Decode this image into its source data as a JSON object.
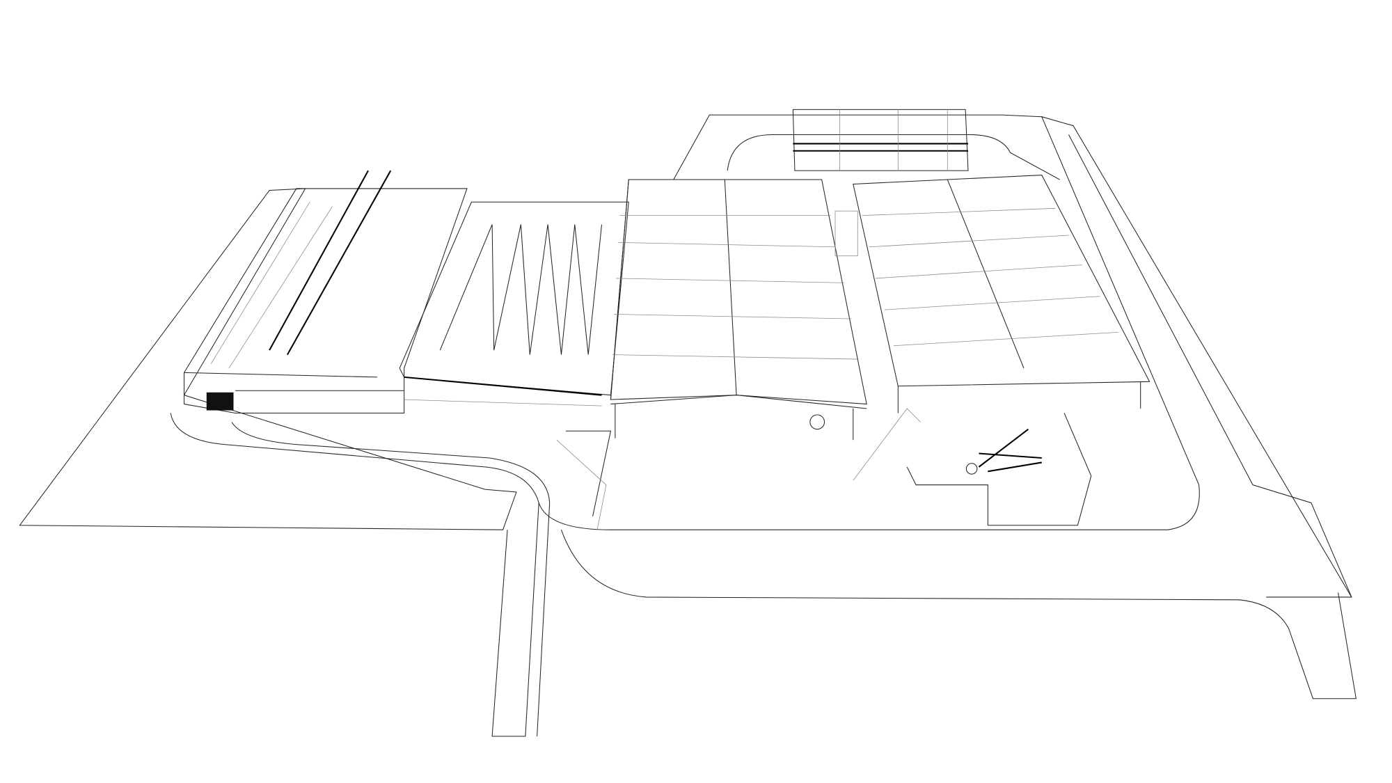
{
  "drawing": {
    "style": "wireframe-isometric-site-plan",
    "stroke_color": "#222222",
    "background_color": "#ffffff",
    "elements": [
      "left-warehouse",
      "open-shed",
      "central-hall",
      "east-hall",
      "north-canopy",
      "site-roads",
      "conveyor-crane"
    ]
  }
}
